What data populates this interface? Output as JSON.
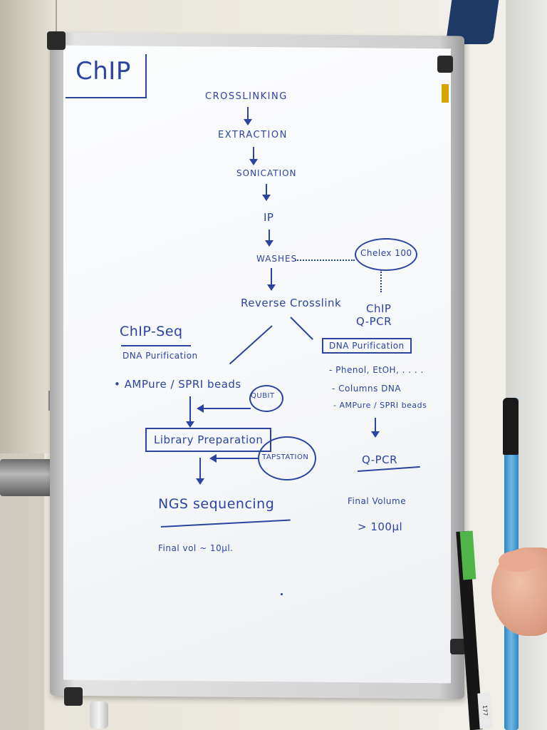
{
  "board": {
    "title": "ChIP",
    "steps": [
      "CROSSLINKING",
      "EXTRACTION",
      "SONICATION",
      "IP",
      "WASHES",
      "Reverse Crosslink"
    ],
    "side_oval": "Chelex 100",
    "right_branch": {
      "heading_line1": "ChIP",
      "heading_line2": "Q-PCR",
      "box": "DNA Purification",
      "items": [
        "- Phenol, EtOH, . . . .",
        "- Columns DNA",
        "- AMPure / SPRI beads"
      ],
      "result": "Q-PCR",
      "final_label": "Final Volume",
      "final_value": "> 100µl"
    },
    "left_branch": {
      "heading": "ChIP-Seq",
      "subheading": "DNA Purification",
      "item": "• AMPure / SPRI beads",
      "qubit": "QUBIT",
      "box": "Library Preparation",
      "tapestation": "TAPSTATION",
      "result": "NGS sequencing",
      "final": "Final vol ~ 10µl."
    }
  },
  "stick_label": "177",
  "colors": {
    "marker": "#2a44a0",
    "board": "#f7f8fa",
    "frame": "#cfcfcf"
  }
}
